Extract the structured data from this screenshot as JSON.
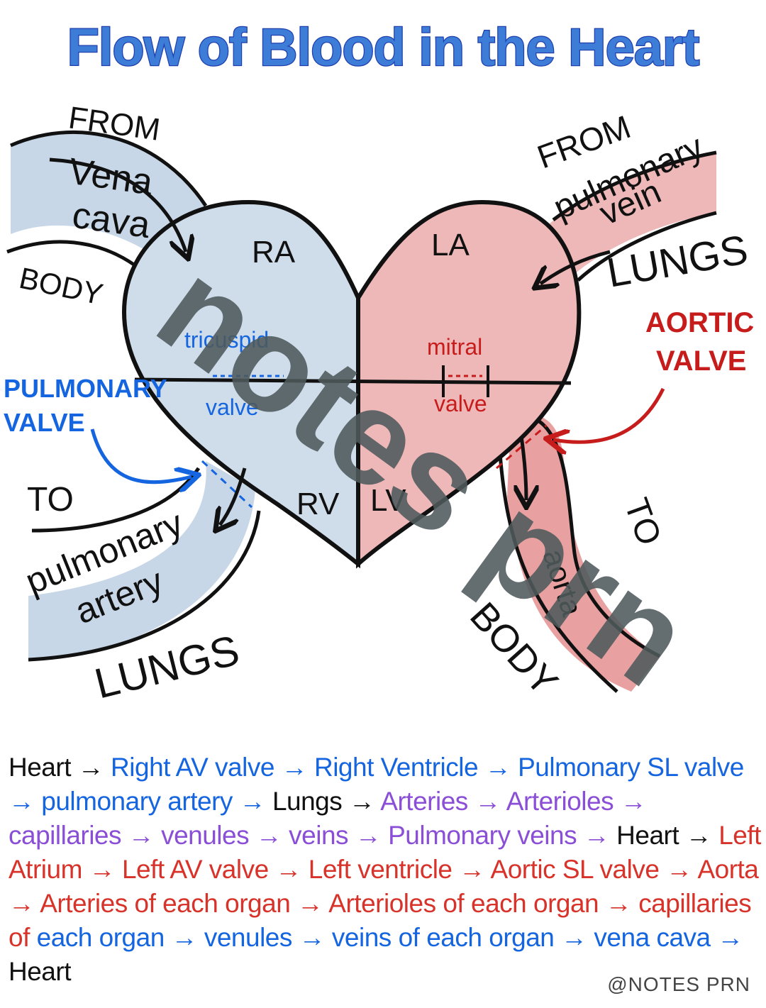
{
  "title": "Flow of Blood in the Heart",
  "labels": {
    "from_left": "FROM",
    "vena_cava": [
      "Vena",
      "cava"
    ],
    "body_left": "BODY",
    "ra": "RA",
    "la": "LA",
    "rv": "RV",
    "lv": "LV",
    "tricuspid": [
      "tricuspid",
      "valve"
    ],
    "mitral": [
      "mitral",
      "valve"
    ],
    "pulmonary_valve": [
      "PULMONARY",
      "VALVE"
    ],
    "to_left": "TO",
    "pulmonary_artery": [
      "pulmonary",
      "artery"
    ],
    "lungs_left": "LUNGS",
    "from_right": "FROM",
    "pulmonary_vein": [
      "pulmonary",
      "vein"
    ],
    "lungs_right": "LUNGS",
    "aortic_valve": [
      "AORTIC",
      "VALVE"
    ],
    "to_right": "TO",
    "aorta": "aorta",
    "body_right": "BODY",
    "watermark": "notes prn"
  },
  "sequence": [
    {
      "text": "Heart → ",
      "color": "black"
    },
    {
      "text": "Right AV valve → Right Ventricle → Pulmonary SL valve → pulmonary artery → ",
      "color": "blue"
    },
    {
      "text": "Lungs → ",
      "color": "black"
    },
    {
      "text": "Arteries → Arterioles → capillaries → venules → veins → Pulmonary veins → ",
      "color": "purple"
    },
    {
      "text": "Heart → ",
      "color": "black"
    },
    {
      "text": "Left Atrium → Left AV valve → Left ventricle → Aortic SL valve → Aorta → Arteries of each organ → Arterioles of each organ → capillaries of ",
      "color": "red"
    },
    {
      "text": "each organ → venules → veins of each organ → vena cava → ",
      "color": "blue"
    },
    {
      "text": "Heart",
      "color": "black"
    }
  ],
  "credit": "@NOTES PRN",
  "colors": {
    "right_side": "#cfdcea",
    "left_side": "#efb8b8",
    "vessel_blue": "#c7d7e8",
    "vessel_red": "#e8a0a0",
    "outline": "#111111",
    "title_fill": "#3d7dd8",
    "accent_blue": "#1565e0",
    "accent_red": "#c61c1c",
    "watermark": "#4f5a5c"
  },
  "icons": [
    "curved-arrow-icon"
  ]
}
